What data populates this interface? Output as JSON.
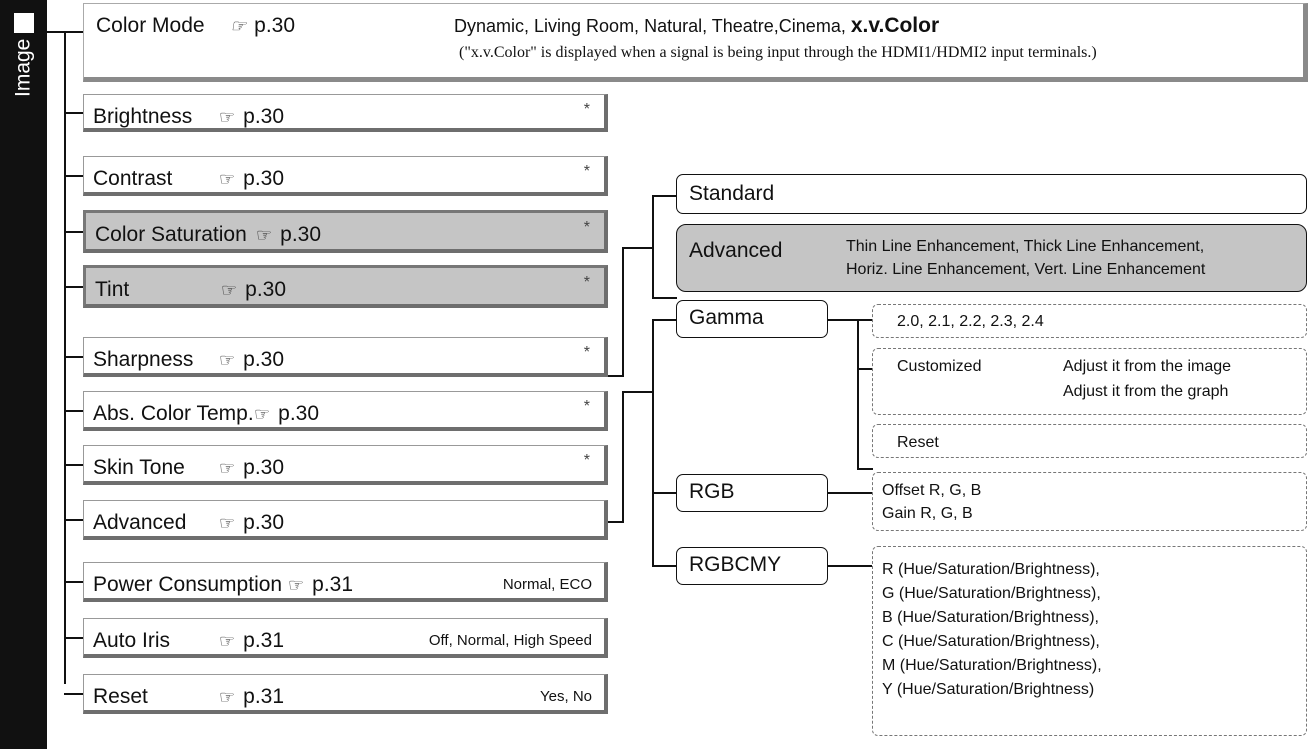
{
  "side_tab": {
    "label": "Image"
  },
  "color_mode": {
    "label": "Color Mode",
    "ref": "p.30",
    "options": "Dynamic, Living Room, Natural, Theatre,Cinema,",
    "xv": "x.v.Color",
    "note": "(\"x.v.Color\" is displayed when a signal is being input through the HDMI1/HDMI2 input terminals.)"
  },
  "ref_icon": "pointing-hand-icon",
  "ref_glyph": "☞",
  "menu": [
    {
      "label": "Brightness",
      "ref": "p.30",
      "star": "*",
      "shaded": false
    },
    {
      "label": "Contrast",
      "ref": "p.30",
      "star": "*",
      "shaded": false
    },
    {
      "label": "Color Saturation",
      "ref": "p.30",
      "star": "*",
      "shaded": true
    },
    {
      "label": "Tint",
      "ref": "p.30",
      "star": "*",
      "shaded": true
    },
    {
      "label": "Sharpness",
      "ref": "p.30",
      "star": "*",
      "shaded": false
    },
    {
      "label": "Abs. Color Temp.",
      "ref": "p.30",
      "star": "*",
      "shaded": false
    },
    {
      "label": "Skin Tone",
      "ref": "p.30",
      "star": "*",
      "shaded": false
    },
    {
      "label": "Advanced",
      "ref": "p.30",
      "star": "",
      "shaded": false
    },
    {
      "label": "Power Consumption",
      "ref": "p.31",
      "options": "Normal, ECO",
      "shaded": false
    },
    {
      "label": "Auto Iris",
      "ref": "p.31",
      "options": "Off, Normal, High Speed",
      "shaded": false
    },
    {
      "label": "Reset",
      "ref": "p.31",
      "options": "Yes, No",
      "shaded": false
    }
  ],
  "sharpness_sub": {
    "standard": "Standard",
    "advanced": "Advanced",
    "advanced_opts": [
      "Thin Line Enhancement, Thick Line Enhancement,",
      "Horiz. Line Enhancement, Vert. Line Enhancement"
    ]
  },
  "advanced_sub": {
    "gamma": "Gamma",
    "gamma_values": "2.0, 2.1, 2.2, 2.3, 2.4",
    "customized": "Customized",
    "customized_opts": [
      "Adjust it from the image",
      "Adjust it from the graph"
    ],
    "reset": "Reset",
    "rgb": "RGB",
    "rgb_opts": [
      "Offset R, G, B",
      "Gain R, G, B"
    ],
    "rgbcmy": "RGBCMY",
    "rgbcmy_opts": [
      "R (Hue/Saturation/Brightness),",
      "G (Hue/Saturation/Brightness),",
      "B (Hue/Saturation/Brightness),",
      "C (Hue/Saturation/Brightness),",
      "M (Hue/Saturation/Brightness),",
      "Y (Hue/Saturation/Brightness)"
    ]
  },
  "colors": {
    "shaded_box": "#c5c5c5",
    "side_tab": "#111111"
  }
}
